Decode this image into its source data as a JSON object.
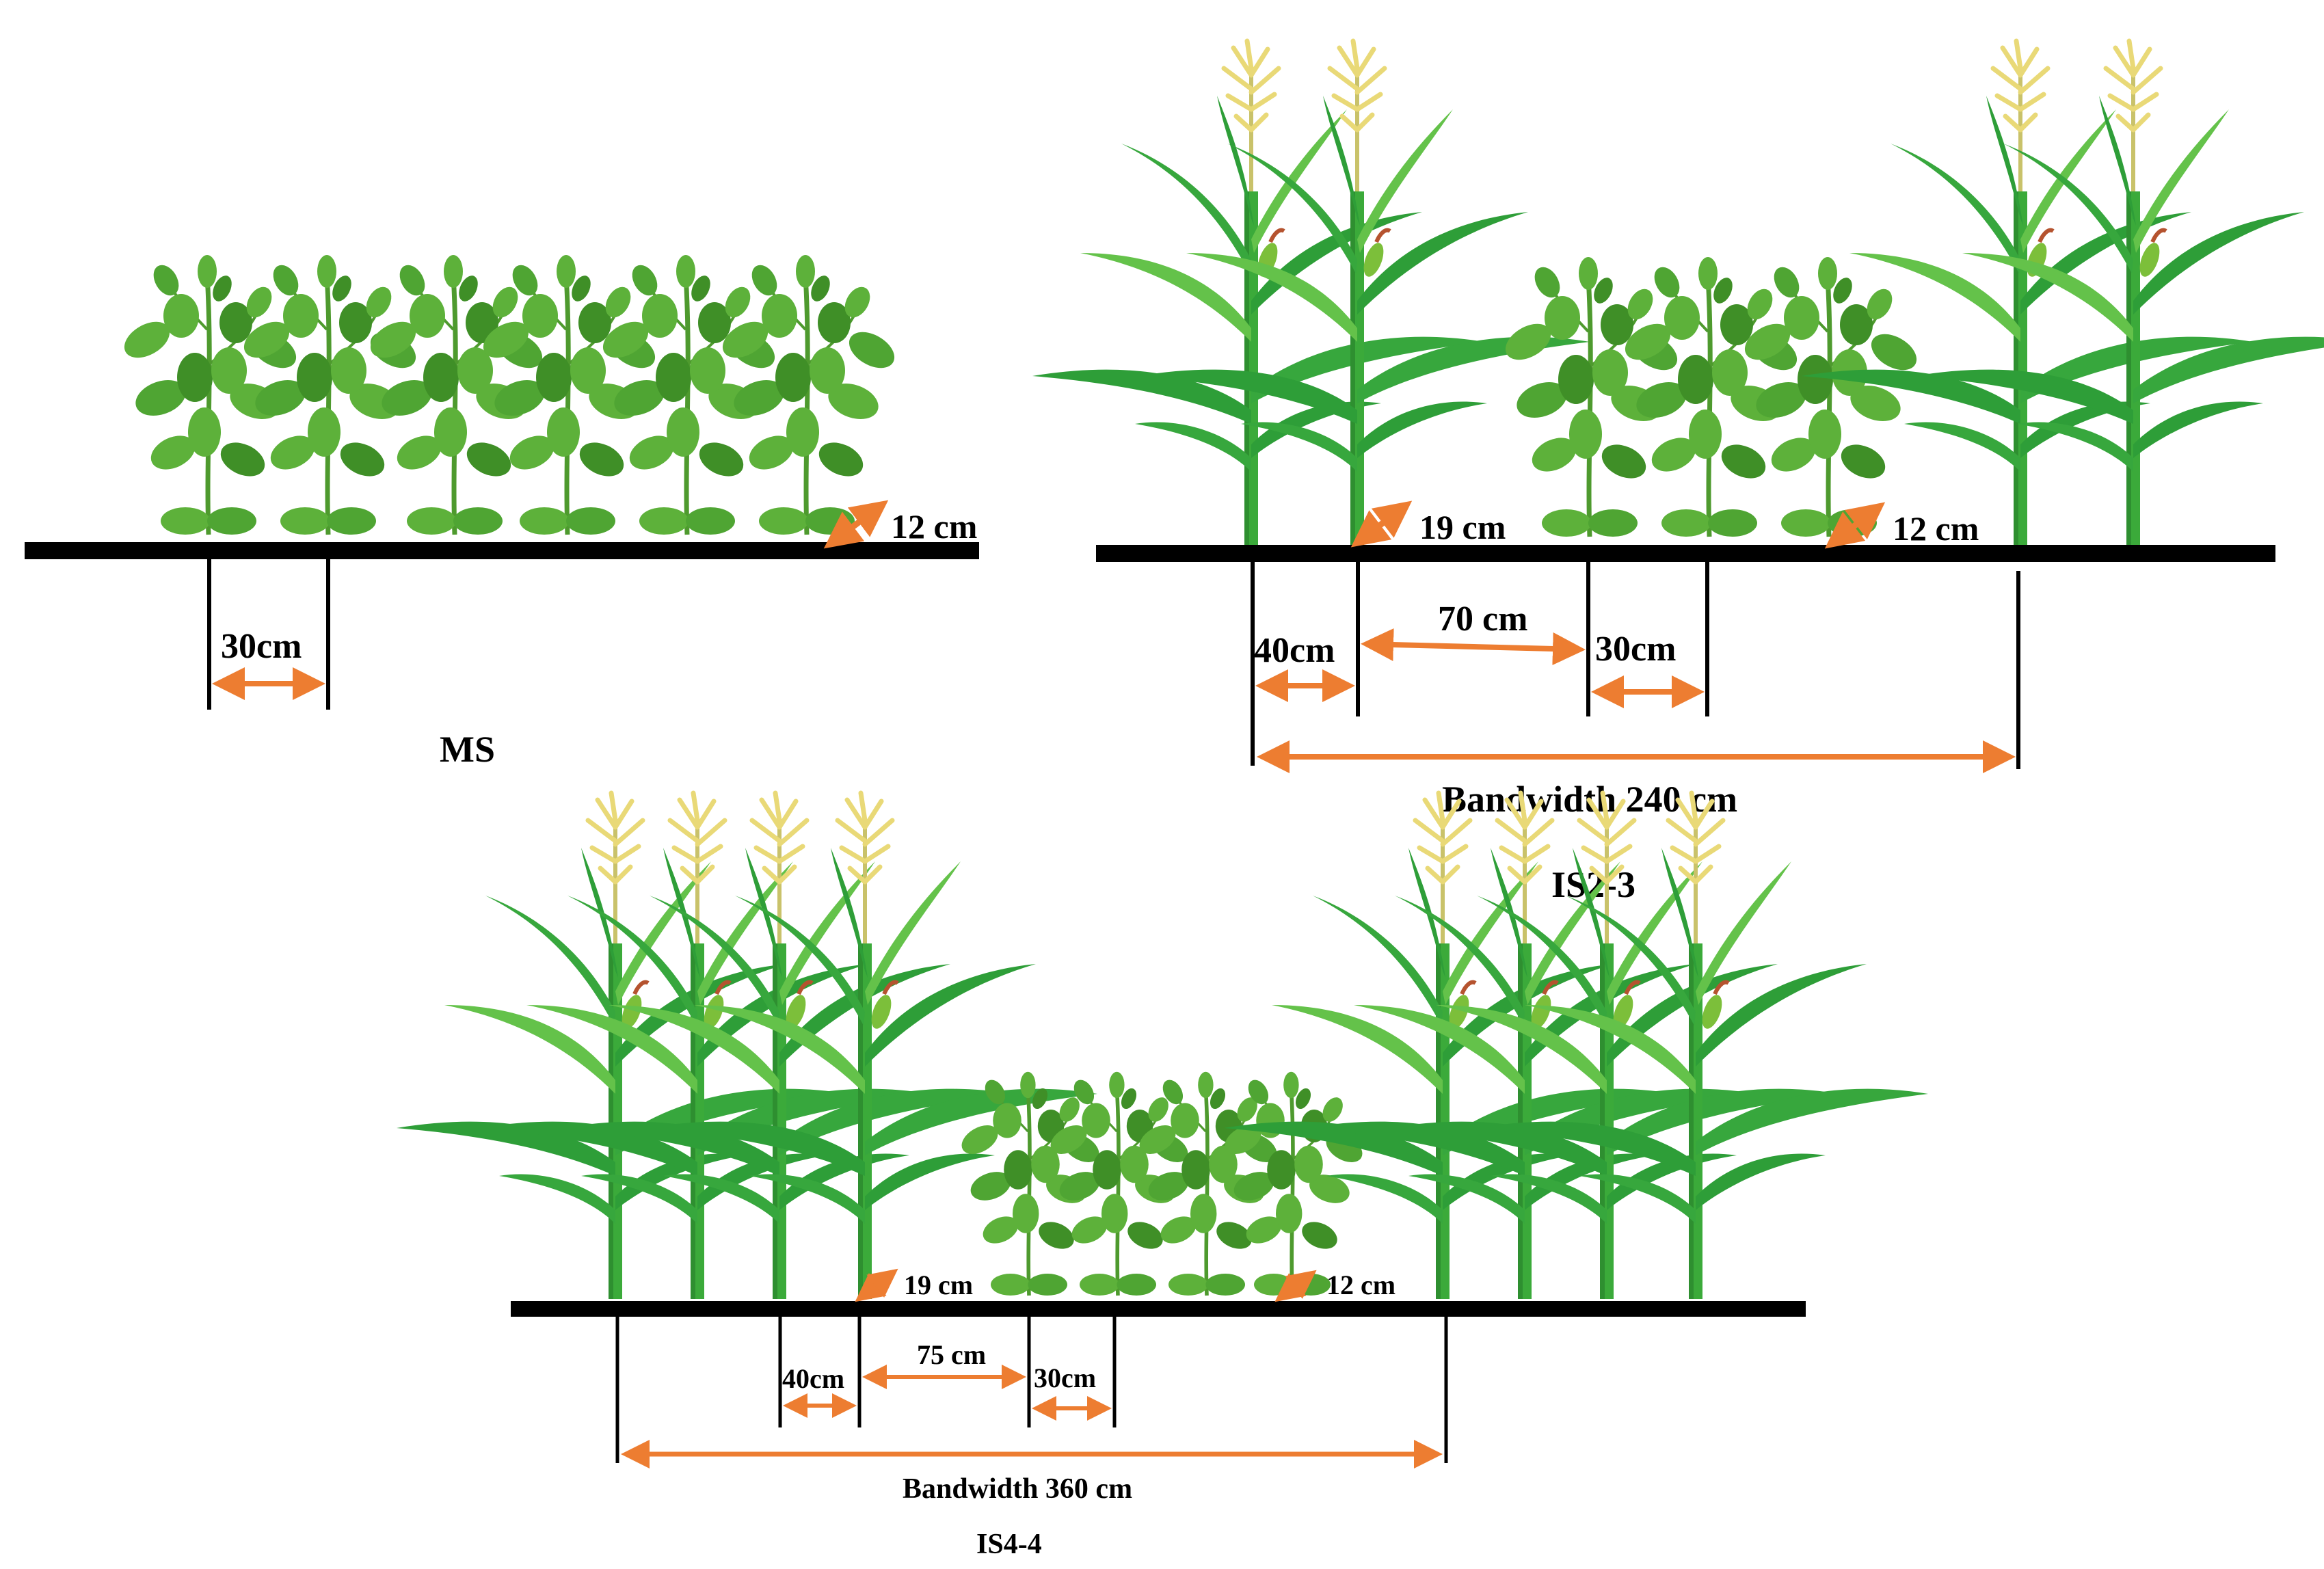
{
  "colors": {
    "ground": "#000000",
    "arrow": "#ED7D31",
    "soy_leaf": "#5DB13A",
    "soy_leaf_dark": "#3F8F27",
    "soy_stem": "#4E9A2E",
    "maize_leaf": "#2E9E38",
    "maize_leaf_light": "#64C24A",
    "maize_stem": "#3BAA3A",
    "tassel": "#E9D977",
    "silk": "#B5532F"
  },
  "panels": [
    {
      "id": "ms",
      "title": "MS",
      "label_12": "12 cm",
      "label_30": "30cm"
    },
    {
      "id": "is2-3",
      "title": "IS2-3",
      "label_19": "19 cm",
      "label_12": "12 cm",
      "label_40": "40cm",
      "label_70": "70 cm",
      "label_30": "30cm",
      "bandwidth": "Bandwidth 240 cm"
    },
    {
      "id": "is4-4",
      "title": "IS4-4",
      "label_19": "19 cm",
      "label_12": "12 cm",
      "label_40": "40cm",
      "label_75": "75 cm",
      "label_30": "30cm",
      "bandwidth": "Bandwidth 360 cm"
    }
  ]
}
